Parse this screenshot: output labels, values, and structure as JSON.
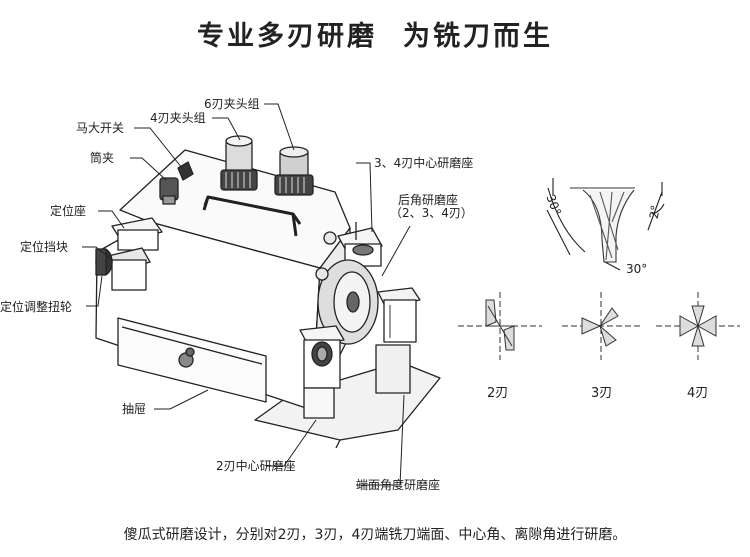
{
  "header": {
    "title_part1": "专业多刃研磨",
    "title_part2": "为铣刀而生"
  },
  "labels": {
    "six_flute_chuck": "6刃夹头组",
    "four_flute_chuck": "4刃夹头组",
    "motor_switch": "马大开关",
    "collet": "筒夹",
    "positioning_seat": "定位座",
    "positioning_stop": "定位挡块",
    "positioning_knob": "定位调整扭轮",
    "center_seat_34": "3、4刃中心研磨座",
    "rear_angle_seat": "后角研磨座",
    "rear_angle_seat_sub": "（2、3、4刃）",
    "drawer": "抽屉",
    "center_seat_2": "2刃中心研磨座",
    "end_face_seat": "端面角度研磨座"
  },
  "angles": {
    "left": "30°",
    "right": "2°",
    "bottom": "30°"
  },
  "flute_views": [
    "2刃",
    "3刃",
    "4刃"
  ],
  "footer": {
    "text": "傻瓜式研磨设计，分别对2刃，3刃，4刃端铣刀端面、中心角、离隙角进行研磨。"
  }
}
